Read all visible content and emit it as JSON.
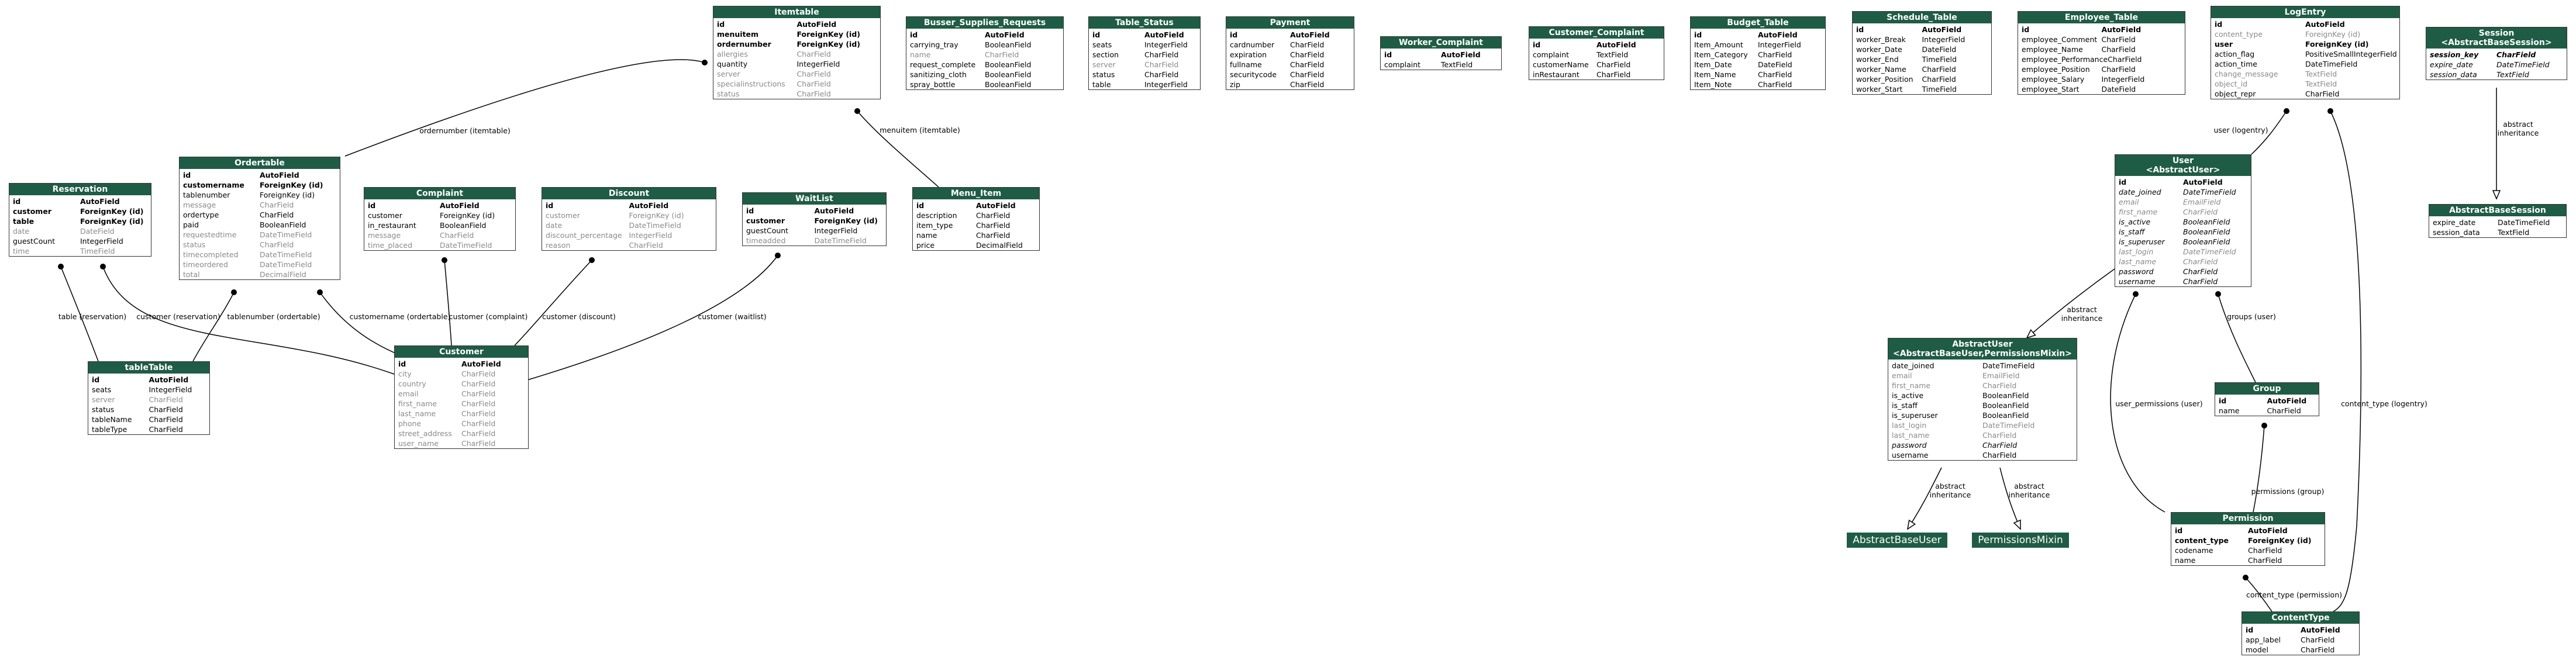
{
  "tables": [
    {
      "key": "itemtable",
      "title": "Itemtable",
      "rows": [
        {
          "name": "id",
          "type": "AutoField",
          "style": "b"
        },
        {
          "name": "menuitem",
          "type": "ForeignKey (id)",
          "style": "b"
        },
        {
          "name": "ordernumber",
          "type": "ForeignKey (id)",
          "style": "b"
        },
        {
          "name": "allergies",
          "type": "CharField",
          "style": "g"
        },
        {
          "name": "quantity",
          "type": "IntegerField",
          "style": ""
        },
        {
          "name": "server",
          "type": "CharField",
          "style": "g"
        },
        {
          "name": "specialinstructions",
          "type": "CharField",
          "style": "g"
        },
        {
          "name": "status",
          "type": "CharField",
          "style": "g"
        }
      ]
    },
    {
      "key": "busser",
      "title": "Busser_Supplies_Requests",
      "rows": [
        {
          "name": "id",
          "type": "AutoField",
          "style": "b"
        },
        {
          "name": "carrying_tray",
          "type": "BooleanField",
          "style": ""
        },
        {
          "name": "name",
          "type": "CharField",
          "style": "g"
        },
        {
          "name": "request_complete",
          "type": "BooleanField",
          "style": ""
        },
        {
          "name": "sanitizing_cloth",
          "type": "BooleanField",
          "style": ""
        },
        {
          "name": "spray_bottle",
          "type": "BooleanField",
          "style": ""
        }
      ]
    },
    {
      "key": "tablestatus",
      "title": "Table_Status",
      "rows": [
        {
          "name": "id",
          "type": "AutoField",
          "style": "b"
        },
        {
          "name": "seats",
          "type": "IntegerField",
          "style": ""
        },
        {
          "name": "section",
          "type": "CharField",
          "style": ""
        },
        {
          "name": "server",
          "type": "CharField",
          "style": "g"
        },
        {
          "name": "status",
          "type": "CharField",
          "style": ""
        },
        {
          "name": "table",
          "type": "IntegerField",
          "style": ""
        }
      ]
    },
    {
      "key": "payment",
      "title": "Payment",
      "rows": [
        {
          "name": "id",
          "type": "AutoField",
          "style": "b"
        },
        {
          "name": "cardnumber",
          "type": "CharField",
          "style": ""
        },
        {
          "name": "expiration",
          "type": "CharField",
          "style": ""
        },
        {
          "name": "fullname",
          "type": "CharField",
          "style": ""
        },
        {
          "name": "securitycode",
          "type": "CharField",
          "style": ""
        },
        {
          "name": "zip",
          "type": "CharField",
          "style": ""
        }
      ]
    },
    {
      "key": "workercomplaint",
      "title": "Worker_Complaint",
      "rows": [
        {
          "name": "id",
          "type": "AutoField",
          "style": "b"
        },
        {
          "name": "complaint",
          "type": "TextField",
          "style": ""
        }
      ]
    },
    {
      "key": "customercomplaint",
      "title": "Customer_Complaint",
      "rows": [
        {
          "name": "id",
          "type": "AutoField",
          "style": "b"
        },
        {
          "name": "complaint",
          "type": "TextField",
          "style": ""
        },
        {
          "name": "customerName",
          "type": "CharField",
          "style": ""
        },
        {
          "name": "inRestaurant",
          "type": "CharField",
          "style": ""
        }
      ]
    },
    {
      "key": "budget",
      "title": "Budget_Table",
      "rows": [
        {
          "name": "id",
          "type": "AutoField",
          "style": "b"
        },
        {
          "name": "Item_Amount",
          "type": "IntegerField",
          "style": ""
        },
        {
          "name": "Item_Category",
          "type": "CharField",
          "style": ""
        },
        {
          "name": "Item_Date",
          "type": "DateField",
          "style": ""
        },
        {
          "name": "Item_Name",
          "type": "CharField",
          "style": ""
        },
        {
          "name": "Item_Note",
          "type": "CharField",
          "style": ""
        }
      ]
    },
    {
      "key": "schedule",
      "title": "Schedule_Table",
      "rows": [
        {
          "name": "id",
          "type": "AutoField",
          "style": "b"
        },
        {
          "name": "worker_Break",
          "type": "IntegerField",
          "style": ""
        },
        {
          "name": "worker_Date",
          "type": "DateField",
          "style": ""
        },
        {
          "name": "worker_End",
          "type": "TimeField",
          "style": ""
        },
        {
          "name": "worker_Name",
          "type": "CharField",
          "style": ""
        },
        {
          "name": "worker_Position",
          "type": "CharField",
          "style": ""
        },
        {
          "name": "worker_Start",
          "type": "TimeField",
          "style": ""
        }
      ]
    },
    {
      "key": "employee",
      "title": "Employee_Table",
      "rows": [
        {
          "name": "id",
          "type": "AutoField",
          "style": "b"
        },
        {
          "name": "employee_Comment",
          "type": "CharField",
          "style": ""
        },
        {
          "name": "employee_Name",
          "type": "CharField",
          "style": ""
        },
        {
          "name": "employee_Performance",
          "type": "CharField",
          "style": ""
        },
        {
          "name": "employee_Position",
          "type": "CharField",
          "style": ""
        },
        {
          "name": "employee_Salary",
          "type": "IntegerField",
          "style": ""
        },
        {
          "name": "employee_Start",
          "type": "DateField",
          "style": ""
        }
      ]
    },
    {
      "key": "logentry",
      "title": "LogEntry",
      "rows": [
        {
          "name": "id",
          "type": "AutoField",
          "style": "b"
        },
        {
          "name": "content_type",
          "type": "ForeignKey (id)",
          "style": "g"
        },
        {
          "name": "user",
          "type": "ForeignKey (id)",
          "style": "b"
        },
        {
          "name": "action_flag",
          "type": "PositiveSmallIntegerField",
          "style": ""
        },
        {
          "name": "action_time",
          "type": "DateTimeField",
          "style": ""
        },
        {
          "name": "change_message",
          "type": "TextField",
          "style": "g"
        },
        {
          "name": "object_id",
          "type": "TextField",
          "style": "g"
        },
        {
          "name": "object_repr",
          "type": "CharField",
          "style": ""
        }
      ]
    },
    {
      "key": "session",
      "title": "Session\n<AbstractBaseSession>",
      "rows": [
        {
          "name": "session_key",
          "type": "CharField",
          "style": "bi"
        },
        {
          "name": "expire_date",
          "type": "DateTimeField",
          "style": "i"
        },
        {
          "name": "session_data",
          "type": "TextField",
          "style": "i"
        }
      ]
    },
    {
      "key": "abstractbasesession",
      "title": "AbstractBaseSession",
      "rows": [
        {
          "name": "expire_date",
          "type": "DateTimeField",
          "style": ""
        },
        {
          "name": "session_data",
          "type": "TextField",
          "style": ""
        }
      ]
    },
    {
      "key": "reservation",
      "title": "Reservation",
      "rows": [
        {
          "name": "id",
          "type": "AutoField",
          "style": "b"
        },
        {
          "name": "customer",
          "type": "ForeignKey (id)",
          "style": "b"
        },
        {
          "name": "table",
          "type": "ForeignKey (id)",
          "style": "b"
        },
        {
          "name": "date",
          "type": "DateField",
          "style": "g"
        },
        {
          "name": "guestCount",
          "type": "IntegerField",
          "style": ""
        },
        {
          "name": "time",
          "type": "TimeField",
          "style": "g"
        }
      ]
    },
    {
      "key": "ordertable",
      "title": "Ordertable",
      "rows": [
        {
          "name": "id",
          "type": "AutoField",
          "style": "b"
        },
        {
          "name": "customername",
          "type": "ForeignKey (id)",
          "style": "b"
        },
        {
          "name": "tablenumber",
          "type": "ForeignKey (id)",
          "style": ""
        },
        {
          "name": "message",
          "type": "CharField",
          "style": "g"
        },
        {
          "name": "ordertype",
          "type": "CharField",
          "style": ""
        },
        {
          "name": "paid",
          "type": "BooleanField",
          "style": ""
        },
        {
          "name": "requestedtime",
          "type": "DateTimeField",
          "style": "g"
        },
        {
          "name": "status",
          "type": "CharField",
          "style": "g"
        },
        {
          "name": "timecompleted",
          "type": "DateTimeField",
          "style": "g"
        },
        {
          "name": "timeordered",
          "type": "DateTimeField",
          "style": "g"
        },
        {
          "name": "total",
          "type": "DecimalField",
          "style": "g"
        }
      ]
    },
    {
      "key": "complaint",
      "title": "Complaint",
      "rows": [
        {
          "name": "id",
          "type": "AutoField",
          "style": "b"
        },
        {
          "name": "customer",
          "type": "ForeignKey (id)",
          "style": ""
        },
        {
          "name": "in_restaurant",
          "type": "BooleanField",
          "style": ""
        },
        {
          "name": "message",
          "type": "CharField",
          "style": "g"
        },
        {
          "name": "time_placed",
          "type": "DateTimeField",
          "style": "g"
        }
      ]
    },
    {
      "key": "discount",
      "title": "Discount",
      "rows": [
        {
          "name": "id",
          "type": "AutoField",
          "style": "b"
        },
        {
          "name": "customer",
          "type": "ForeignKey (id)",
          "style": "g"
        },
        {
          "name": "date",
          "type": "DateTimeField",
          "style": "g"
        },
        {
          "name": "discount_percentage",
          "type": "IntegerField",
          "style": "g"
        },
        {
          "name": "reason",
          "type": "CharField",
          "style": "g"
        }
      ]
    },
    {
      "key": "waitlist",
      "title": "WaitList",
      "rows": [
        {
          "name": "id",
          "type": "AutoField",
          "style": "b"
        },
        {
          "name": "customer",
          "type": "ForeignKey (id)",
          "style": "b"
        },
        {
          "name": "guestCount",
          "type": "IntegerField",
          "style": ""
        },
        {
          "name": "timeadded",
          "type": "DateTimeField",
          "style": "g"
        }
      ]
    },
    {
      "key": "menuitem",
      "title": "Menu_Item",
      "rows": [
        {
          "name": "id",
          "type": "AutoField",
          "style": "b"
        },
        {
          "name": "description",
          "type": "CharField",
          "style": ""
        },
        {
          "name": "item_type",
          "type": "CharField",
          "style": ""
        },
        {
          "name": "name",
          "type": "CharField",
          "style": ""
        },
        {
          "name": "price",
          "type": "DecimalField",
          "style": ""
        }
      ]
    },
    {
      "key": "tabletable",
      "title": "tableTable",
      "rows": [
        {
          "name": "id",
          "type": "AutoField",
          "style": "b"
        },
        {
          "name": "seats",
          "type": "IntegerField",
          "style": ""
        },
        {
          "name": "server",
          "type": "CharField",
          "style": "g"
        },
        {
          "name": "status",
          "type": "CharField",
          "style": ""
        },
        {
          "name": "tableName",
          "type": "CharField",
          "style": ""
        },
        {
          "name": "tableType",
          "type": "CharField",
          "style": ""
        }
      ]
    },
    {
      "key": "customer",
      "title": "Customer",
      "rows": [
        {
          "name": "id",
          "type": "AutoField",
          "style": "b"
        },
        {
          "name": "city",
          "type": "CharField",
          "style": "g"
        },
        {
          "name": "country",
          "type": "CharField",
          "style": "g"
        },
        {
          "name": "email",
          "type": "CharField",
          "style": "g"
        },
        {
          "name": "first_name",
          "type": "CharField",
          "style": "g"
        },
        {
          "name": "last_name",
          "type": "CharField",
          "style": "g"
        },
        {
          "name": "phone",
          "type": "CharField",
          "style": "g"
        },
        {
          "name": "street_address",
          "type": "CharField",
          "style": "g"
        },
        {
          "name": "user_name",
          "type": "CharField",
          "style": "g"
        }
      ]
    },
    {
      "key": "user",
      "title": "User\n<AbstractUser>",
      "rows": [
        {
          "name": "id",
          "type": "AutoField",
          "style": "b"
        },
        {
          "name": "date_joined",
          "type": "DateTimeField",
          "style": "i"
        },
        {
          "name": "email",
          "type": "EmailField",
          "style": "gi"
        },
        {
          "name": "first_name",
          "type": "CharField",
          "style": "gi"
        },
        {
          "name": "is_active",
          "type": "BooleanField",
          "style": "i"
        },
        {
          "name": "is_staff",
          "type": "BooleanField",
          "style": "i"
        },
        {
          "name": "is_superuser",
          "type": "BooleanField",
          "style": "i"
        },
        {
          "name": "last_login",
          "type": "DateTimeField",
          "style": "gi"
        },
        {
          "name": "last_name",
          "type": "CharField",
          "style": "gi"
        },
        {
          "name": "password",
          "type": "CharField",
          "style": "i"
        },
        {
          "name": "username",
          "type": "CharField",
          "style": "i"
        }
      ]
    },
    {
      "key": "abstractuser",
      "title": "AbstractUser\n<AbstractBaseUser,PermissionsMixin>",
      "rows": [
        {
          "name": "date_joined",
          "type": "DateTimeField",
          "style": ""
        },
        {
          "name": "email",
          "type": "EmailField",
          "style": "g"
        },
        {
          "name": "first_name",
          "type": "CharField",
          "style": "g"
        },
        {
          "name": "is_active",
          "type": "BooleanField",
          "style": ""
        },
        {
          "name": "is_staff",
          "type": "BooleanField",
          "style": ""
        },
        {
          "name": "is_superuser",
          "type": "BooleanField",
          "style": ""
        },
        {
          "name": "last_login",
          "type": "DateTimeField",
          "style": "g"
        },
        {
          "name": "last_name",
          "type": "CharField",
          "style": "g"
        },
        {
          "name": "password",
          "type": "CharField",
          "style": "i"
        },
        {
          "name": "username",
          "type": "CharField",
          "style": ""
        }
      ]
    },
    {
      "key": "group",
      "title": "Group",
      "rows": [
        {
          "name": "id",
          "type": "AutoField",
          "style": "b"
        },
        {
          "name": "name",
          "type": "CharField",
          "style": ""
        }
      ]
    },
    {
      "key": "permission",
      "title": "Permission",
      "rows": [
        {
          "name": "id",
          "type": "AutoField",
          "style": "b"
        },
        {
          "name": "content_type",
          "type": "ForeignKey (id)",
          "style": "b"
        },
        {
          "name": "codename",
          "type": "CharField",
          "style": ""
        },
        {
          "name": "name",
          "type": "CharField",
          "style": ""
        }
      ]
    },
    {
      "key": "contenttype",
      "title": "ContentType",
      "rows": [
        {
          "name": "id",
          "type": "AutoField",
          "style": "b"
        },
        {
          "name": "app_label",
          "type": "CharField",
          "style": ""
        },
        {
          "name": "model",
          "type": "CharField",
          "style": ""
        }
      ]
    }
  ],
  "pills": [
    {
      "key": "abstractbaseuser",
      "label": "AbstractBaseUser"
    },
    {
      "key": "permissionsmixin",
      "label": "PermissionsMixin"
    }
  ],
  "edge_labels": [
    {
      "key": "ordernumber",
      "text": "ordernumber (itemtable)"
    },
    {
      "key": "menuitem",
      "text": "menuitem (itemtable)"
    },
    {
      "key": "userlog",
      "text": "user (logentry)"
    },
    {
      "key": "sessinherit",
      "text": "abstract\ninheritance"
    },
    {
      "key": "tableres",
      "text": "table (reservation)"
    },
    {
      "key": "custres",
      "text": "customer (reservation)"
    },
    {
      "key": "tablenum",
      "text": "tablenumber (ordertable)"
    },
    {
      "key": "custname",
      "text": "customername (ordertable)"
    },
    {
      "key": "custcomp",
      "text": "customer (complaint)"
    },
    {
      "key": "custdisc",
      "text": "customer (discount)"
    },
    {
      "key": "custwait",
      "text": "customer (waitlist)"
    },
    {
      "key": "userinherit",
      "text": "abstract\ninheritance"
    },
    {
      "key": "groups",
      "text": "groups (user)"
    },
    {
      "key": "userperm",
      "text": "user_permissions (user)"
    },
    {
      "key": "ctlog",
      "text": "content_type (logentry)"
    },
    {
      "key": "abuinherit",
      "text": "abstract\ninheritance"
    },
    {
      "key": "pminherit",
      "text": "abstract\ninheritance"
    },
    {
      "key": "permgroup",
      "text": "permissions (group)"
    },
    {
      "key": "ctperm",
      "text": "content_type (permission)"
    }
  ],
  "colors": {
    "header": "#1f5c45",
    "line": "#000000",
    "muted": "#8a8a8a"
  }
}
